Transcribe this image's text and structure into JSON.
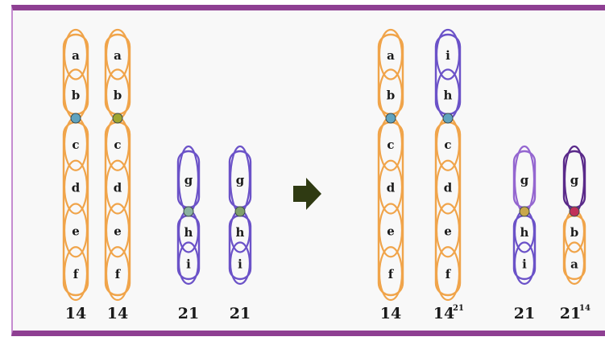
{
  "colors": {
    "frame": "#8e3f92",
    "background": "#f8f8f8",
    "chromosome_14": "#f0a44a",
    "chromosome_21": "#6b52c8",
    "text": "#1a1a1a",
    "arrow": "#2f3a12"
  },
  "arrow_icon": "right-arrow-icon",
  "chromosomes": [
    {
      "id": "c14a",
      "label": "14",
      "label_sup": "",
      "centromere_color": "#5fa3c0",
      "p_arm": [
        {
          "text": "a",
          "color": "#f0a44a"
        },
        {
          "text": "b",
          "color": "#f0a44a"
        }
      ],
      "q_arm": [
        {
          "text": "c",
          "color": "#f0a44a"
        },
        {
          "text": "d",
          "color": "#f0a44a"
        },
        {
          "text": "e",
          "color": "#f0a44a"
        },
        {
          "text": "f",
          "color": "#f0a44a"
        }
      ]
    },
    {
      "id": "c14b",
      "label": "14",
      "label_sup": "",
      "centromere_color": "#9fa52e",
      "p_arm": [
        {
          "text": "a",
          "color": "#f0a44a"
        },
        {
          "text": "b",
          "color": "#f0a44a"
        }
      ],
      "q_arm": [
        {
          "text": "c",
          "color": "#f0a44a"
        },
        {
          "text": "d",
          "color": "#f0a44a"
        },
        {
          "text": "e",
          "color": "#f0a44a"
        },
        {
          "text": "f",
          "color": "#f0a44a"
        }
      ]
    },
    {
      "id": "c21a",
      "label": "21",
      "label_sup": "",
      "centromere_color": "#8bb3a0",
      "p_arm": [
        {
          "text": "g",
          "color": "#6b52c8"
        }
      ],
      "q_arm": [
        {
          "text": "h",
          "color": "#6b52c8"
        },
        {
          "text": "i",
          "color": "#6b52c8"
        }
      ]
    },
    {
      "id": "c21b",
      "label": "21",
      "label_sup": "",
      "centromere_color": "#7fa06a",
      "p_arm": [
        {
          "text": "g",
          "color": "#6b52c8"
        }
      ],
      "q_arm": [
        {
          "text": "h",
          "color": "#6b52c8"
        },
        {
          "text": "i",
          "color": "#6b52c8"
        }
      ]
    },
    {
      "id": "c14c",
      "label": "14",
      "label_sup": "",
      "centromere_color": "#5fa3c0",
      "p_arm": [
        {
          "text": "a",
          "color": "#f0a44a"
        },
        {
          "text": "b",
          "color": "#f0a44a"
        }
      ],
      "q_arm": [
        {
          "text": "c",
          "color": "#f0a44a"
        },
        {
          "text": "d",
          "color": "#f0a44a"
        },
        {
          "text": "e",
          "color": "#f0a44a"
        },
        {
          "text": "f",
          "color": "#f0a44a"
        }
      ]
    },
    {
      "id": "c14t",
      "label": "14",
      "label_sup": "21",
      "centromere_color": "#5fa3c0",
      "p_arm": [
        {
          "text": "i",
          "color": "#6b52c8"
        },
        {
          "text": "h",
          "color": "#6b52c8"
        }
      ],
      "q_arm": [
        {
          "text": "c",
          "color": "#f0a44a"
        },
        {
          "text": "d",
          "color": "#f0a44a"
        },
        {
          "text": "e",
          "color": "#f0a44a"
        },
        {
          "text": "f",
          "color": "#f0a44a"
        }
      ]
    },
    {
      "id": "c21c",
      "label": "21",
      "label_sup": "",
      "centromere_color": "#c9a84a",
      "p_arm": [
        {
          "text": "g",
          "color": "#9466d0"
        }
      ],
      "q_arm": [
        {
          "text": "h",
          "color": "#6b52c8"
        },
        {
          "text": "i",
          "color": "#6b52c8"
        }
      ]
    },
    {
      "id": "c21t",
      "label": "21",
      "label_sup": "14",
      "centromere_color": "#c0305a",
      "p_arm": [
        {
          "text": "g",
          "color": "#5a2a8a"
        }
      ],
      "q_arm": [
        {
          "text": "b",
          "color": "#f0a44a"
        },
        {
          "text": "a",
          "color": "#f0a44a"
        }
      ]
    }
  ]
}
